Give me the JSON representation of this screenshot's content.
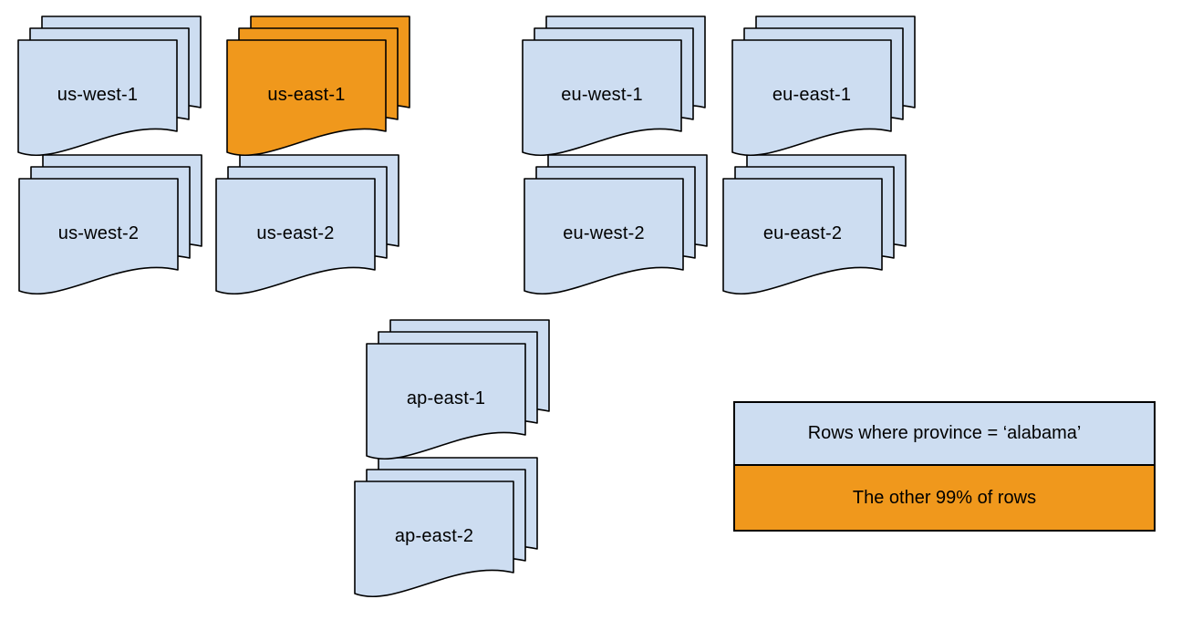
{
  "colors": {
    "plain": "#cdddf1",
    "highlight": "#f0981c",
    "stroke": "#000000"
  },
  "stacks": [
    {
      "id": "us-west-1",
      "label": "us-west-1",
      "highlighted": false
    },
    {
      "id": "us-east-1",
      "label": "us-east-1",
      "highlighted": true
    },
    {
      "id": "eu-west-1",
      "label": "eu-west-1",
      "highlighted": false
    },
    {
      "id": "eu-east-1",
      "label": "eu-east-1",
      "highlighted": false
    },
    {
      "id": "us-west-2",
      "label": "us-west-2",
      "highlighted": false
    },
    {
      "id": "us-east-2",
      "label": "us-east-2",
      "highlighted": false
    },
    {
      "id": "eu-west-2",
      "label": "eu-west-2",
      "highlighted": false
    },
    {
      "id": "eu-east-2",
      "label": "eu-east-2",
      "highlighted": false
    },
    {
      "id": "ap-east-1",
      "label": "ap-east-1",
      "highlighted": false
    },
    {
      "id": "ap-east-2",
      "label": "ap-east-2",
      "highlighted": false
    }
  ],
  "legend": {
    "plain_label": "Rows where province = ‘alabama’",
    "highlight_label": "The other 99% of rows"
  }
}
